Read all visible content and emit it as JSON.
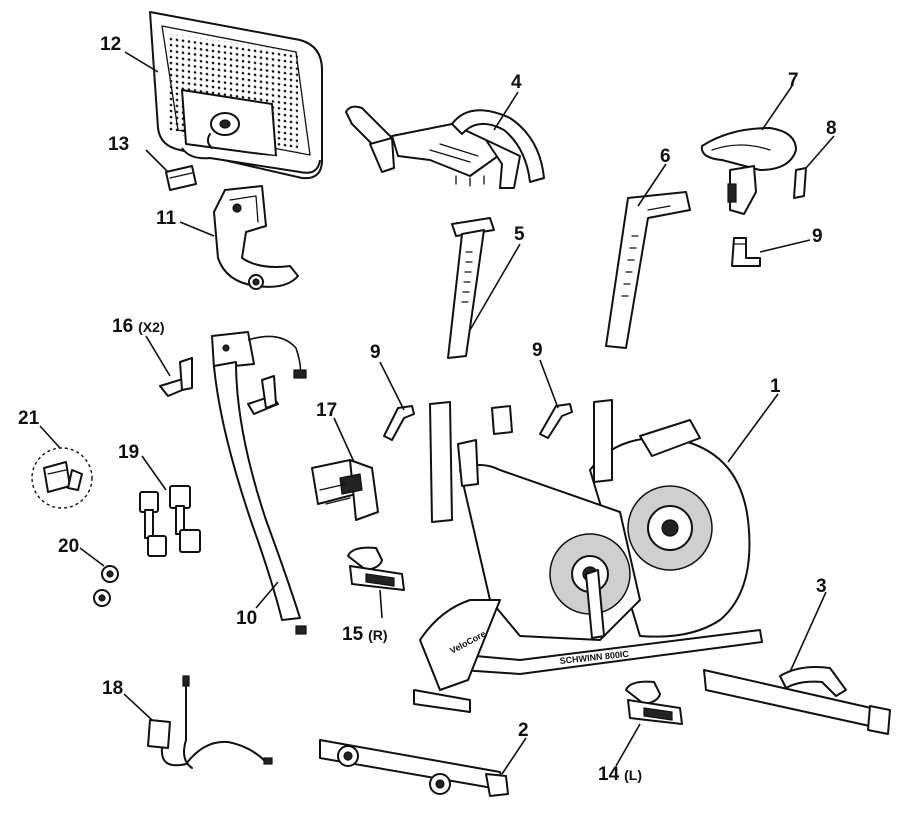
{
  "diagram": {
    "parts": [
      {
        "key": "p1",
        "number": "1",
        "qualifier": ""
      },
      {
        "key": "p2",
        "number": "2",
        "qualifier": ""
      },
      {
        "key": "p3",
        "number": "3",
        "qualifier": ""
      },
      {
        "key": "p4",
        "number": "4",
        "qualifier": ""
      },
      {
        "key": "p5",
        "number": "5",
        "qualifier": ""
      },
      {
        "key": "p6",
        "number": "6",
        "qualifier": ""
      },
      {
        "key": "p7",
        "number": "7",
        "qualifier": ""
      },
      {
        "key": "p8",
        "number": "8",
        "qualifier": ""
      },
      {
        "key": "p9a",
        "number": "9",
        "qualifier": ""
      },
      {
        "key": "p9b",
        "number": "9",
        "qualifier": ""
      },
      {
        "key": "p9c",
        "number": "9",
        "qualifier": ""
      },
      {
        "key": "p10",
        "number": "10",
        "qualifier": ""
      },
      {
        "key": "p11",
        "number": "11",
        "qualifier": ""
      },
      {
        "key": "p12",
        "number": "12",
        "qualifier": ""
      },
      {
        "key": "p13",
        "number": "13",
        "qualifier": ""
      },
      {
        "key": "p14",
        "number": "14",
        "qualifier": "(L)"
      },
      {
        "key": "p15",
        "number": "15",
        "qualifier": "(R)"
      },
      {
        "key": "p16",
        "number": "16",
        "qualifier": "(X2)"
      },
      {
        "key": "p17",
        "number": "17",
        "qualifier": ""
      },
      {
        "key": "p18",
        "number": "18",
        "qualifier": ""
      },
      {
        "key": "p19",
        "number": "19",
        "qualifier": ""
      },
      {
        "key": "p20",
        "number": "20",
        "qualifier": ""
      },
      {
        "key": "p21",
        "number": "21",
        "qualifier": ""
      }
    ],
    "frame_brand": "VeloCore",
    "frame_model": "SCHWINN 800IC"
  },
  "colors": {
    "line": "#111111",
    "background": "#ffffff",
    "fill": "#cfcfcf"
  }
}
